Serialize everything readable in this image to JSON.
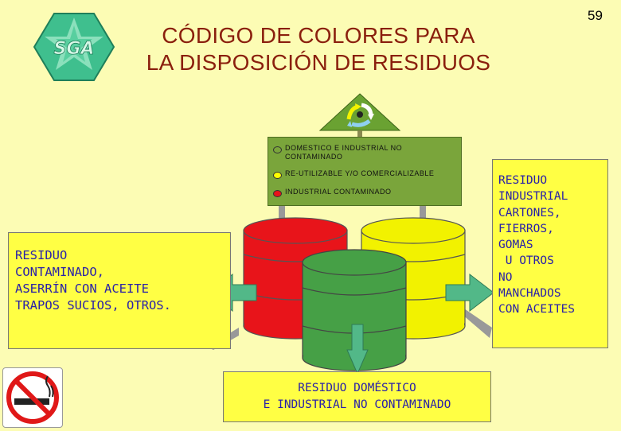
{
  "header": {
    "title_line1": "CÓDIGO DE COLORES PARA",
    "title_line2": "LA DISPOSICIÓN DE RESIDUOS",
    "page_number": "59",
    "logo_text": "SGA",
    "logo_icon": "sga-logo-icon",
    "recycle_icon": "recycling-triangle-icon"
  },
  "legend": {
    "items": [
      {
        "label": "DOMESTICO E INDUSTRIAL NO CONTAMINADO",
        "color": "#7aa53b"
      },
      {
        "label": "RE-UTILIZABLE Y/O COMERCIALIZABLE",
        "color": "#ffff00"
      },
      {
        "label": "INDUSTRIAL CONTAMINADO",
        "color": "#e8141a"
      }
    ]
  },
  "bins": {
    "red": {
      "color": "#e8141a"
    },
    "green": {
      "color": "#46a046"
    },
    "yellow": {
      "color": "#f2f200"
    }
  },
  "panels": {
    "left_text": "RESIDUO\nCONTAMINADO,\nASERRÍN CON ACEITE\nTRAPOS SUCIOS, OTROS.",
    "right_text": "RESIDUO\nINDUSTRIAL\nCARTONES,\nFIERROS,\nGOMAS\n U OTROS\nNO\nMANCHADOS\nCON ACEITES",
    "bottom_text": "RESIDUO DOMÉSTICO\nE INDUSTRIAL NO CONTAMINADO"
  },
  "no_smoking_icon": "no-smoking-icon"
}
